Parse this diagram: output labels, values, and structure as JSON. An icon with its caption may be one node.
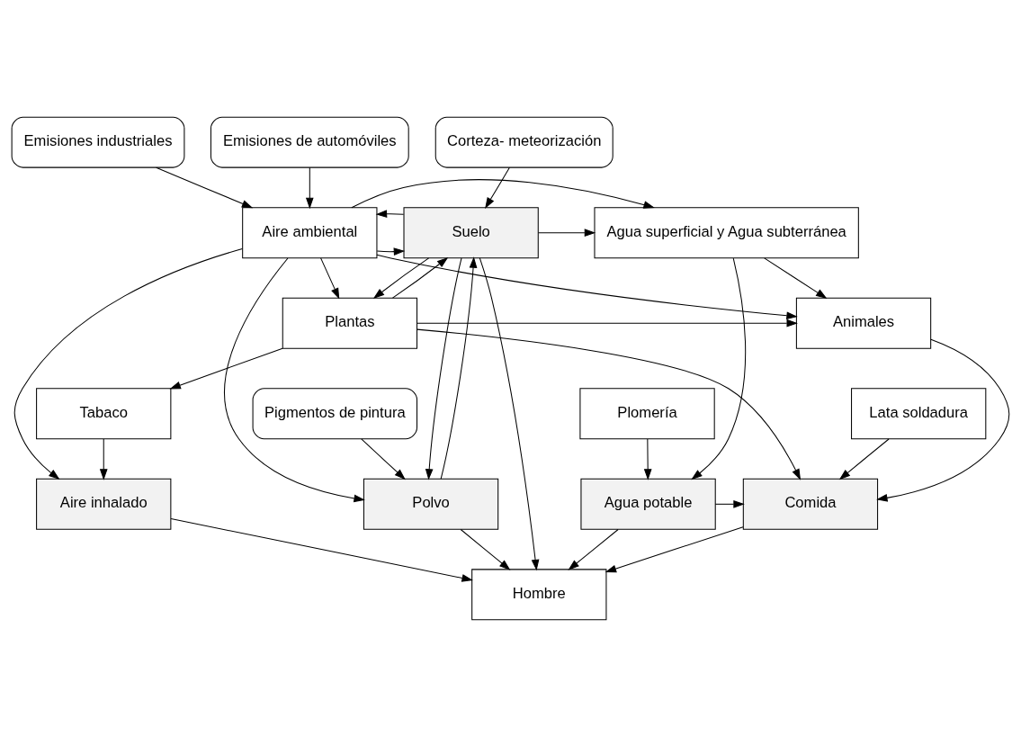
{
  "diagram": {
    "nodes": [
      {
        "text": [
          "Emisiones de automóviles"
        ]
      },
      {
        "text": [
          "Emisiones industriales"
        ]
      },
      {
        "text": [
          "Corteza- meteorización"
        ]
      },
      {
        "text": [
          "Aire ambiental"
        ]
      },
      {
        "text": [
          "Suelo"
        ]
      },
      {
        "text": [
          "Agua superficial y Agua subterránea"
        ]
      },
      {
        "text": [
          "Plantas"
        ]
      },
      {
        "text": [
          "Animales"
        ]
      },
      {
        "text": [
          "Pigmentos de pintura"
        ]
      },
      {
        "text": [
          "Tabaco"
        ]
      },
      {
        "text": [
          "Lata soldadura"
        ]
      },
      {
        "text": [
          "Plomería"
        ]
      },
      {
        "text": [
          "Aire inhalado"
        ]
      },
      {
        "text": [
          "Polvo"
        ]
      },
      {
        "text": [
          "Comida"
        ]
      },
      {
        "text": [
          "Agua potable"
        ]
      },
      {
        "text": [
          "Hombre"
        ]
      }
    ],
    "edges": [
      {
        "from": 0,
        "to": 3,
        "arrow": "to"
      },
      {
        "from": 1,
        "to": 3,
        "arrow": "to"
      },
      {
        "from": 2,
        "to": 4,
        "arrow": "to"
      },
      {
        "from": 3,
        "to": 4,
        "arrow": "to"
      },
      {
        "from": 4,
        "to": 3,
        "arrow": "to"
      },
      {
        "from": 3,
        "to": 5,
        "arrow": "to"
      },
      {
        "from": 4,
        "to": 5,
        "arrow": "to"
      },
      {
        "from": 3,
        "to": 6,
        "arrow": "to"
      },
      {
        "from": 3,
        "to": 7,
        "arrow": "to"
      },
      {
        "from": 5,
        "to": 7,
        "arrow": "to"
      },
      {
        "from": 4,
        "to": 6,
        "arrow": "to"
      },
      {
        "from": 6,
        "to": 4,
        "arrow": "to"
      },
      {
        "from": 6,
        "to": 7,
        "arrow": "to"
      },
      {
        "from": 13,
        "to": 4,
        "arrow": "to"
      },
      {
        "from": 4,
        "to": 13,
        "arrow": "to"
      },
      {
        "from": 4,
        "to": 16,
        "arrow": "to"
      },
      {
        "from": 6,
        "to": 9,
        "arrow": "to"
      },
      {
        "from": 6,
        "to": 14,
        "arrow": "to"
      },
      {
        "from": 3,
        "to": 12,
        "arrow": "to"
      },
      {
        "from": 3,
        "to": 13,
        "arrow": "to"
      },
      {
        "from": 8,
        "to": 13,
        "arrow": "to"
      },
      {
        "from": 9,
        "to": 12,
        "arrow": "to"
      },
      {
        "from": 7,
        "to": 14,
        "arrow": "to"
      },
      {
        "from": 10,
        "to": 14,
        "arrow": "to"
      },
      {
        "from": 5,
        "to": 15,
        "arrow": "to"
      },
      {
        "from": 11,
        "to": 15,
        "arrow": "to"
      },
      {
        "from": 15,
        "to": 14,
        "arrow": "to"
      },
      {
        "from": 12,
        "to": 16,
        "arrow": "to"
      },
      {
        "from": 13,
        "to": 16,
        "arrow": "to"
      },
      {
        "from": 14,
        "to": 16,
        "arrow": "to"
      },
      {
        "from": 15,
        "to": 16,
        "arrow": "to"
      }
    ]
  }
}
